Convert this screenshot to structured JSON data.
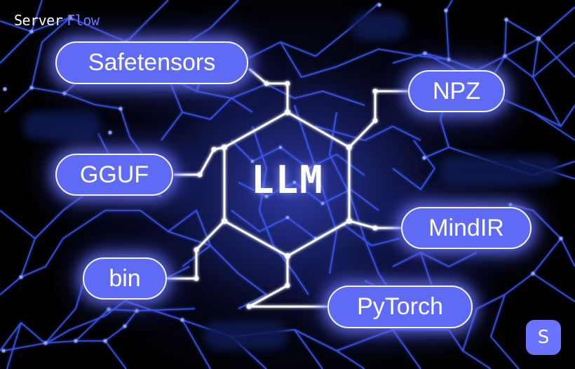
{
  "brand": {
    "part1": "Server",
    "part2": "Flow"
  },
  "center": {
    "label": "LLM"
  },
  "formats": [
    {
      "id": "safetensors",
      "label": "Safetensors"
    },
    {
      "id": "npz",
      "label": "NPZ"
    },
    {
      "id": "gguf",
      "label": "GGUF"
    },
    {
      "id": "mindir",
      "label": "MindIR"
    },
    {
      "id": "bin",
      "label": "bin"
    },
    {
      "id": "pytorch",
      "label": "PyTorch"
    }
  ],
  "badge": {
    "letter": "S"
  },
  "colors": {
    "pill_fill": "#5f6bf5",
    "pill_border": "#f3f4ff",
    "accent": "#6e7bff",
    "network_line": "#3f5cff",
    "background": "#000000",
    "badge": "#6c73ff"
  }
}
